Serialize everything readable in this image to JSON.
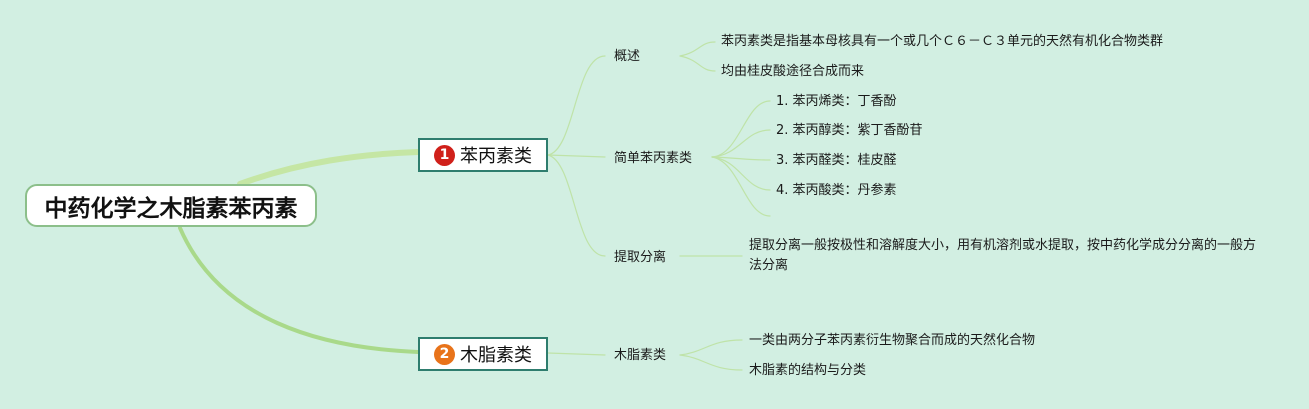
{
  "root": {
    "title": "中药化学之木脂素苯丙素"
  },
  "branch1": {
    "number": "1",
    "badge_color": "#d0201a",
    "label": "苯丙素类",
    "topic1": {
      "label": "概述",
      "items": [
        "苯丙素类是指基本母核具有一个或几个Ｃ６－Ｃ３单元的天然有机化合物类群",
        "均由桂皮酸途径合成而来"
      ]
    },
    "topic2": {
      "label": "简单苯丙素类",
      "items": [
        "1. 苯丙烯类：丁香酚",
        "2. 苯丙醇类：紫丁香酚苷",
        "3. 苯丙醛类：桂皮醛",
        "4. 苯丙酸类：丹参素"
      ]
    },
    "topic3": {
      "label": "提取分离",
      "items": [
        "提取分离一般按极性和溶解度大小，用有机溶剂或水提取，按中药化学成分分离的一般方法分离"
      ]
    }
  },
  "branch2": {
    "number": "2",
    "badge_color": "#e8731a",
    "label": "木脂素类",
    "topic1": {
      "label": "木脂素类",
      "items": [
        "一类由两分子苯丙素衍生物聚合而成的天然化合物",
        "木脂素的结构与分类"
      ]
    }
  },
  "colors": {
    "background": "#d2efe2",
    "main_link": "#a9d98a",
    "sub_link": "#b7e0a0",
    "box_border": "#2e7d6e"
  }
}
